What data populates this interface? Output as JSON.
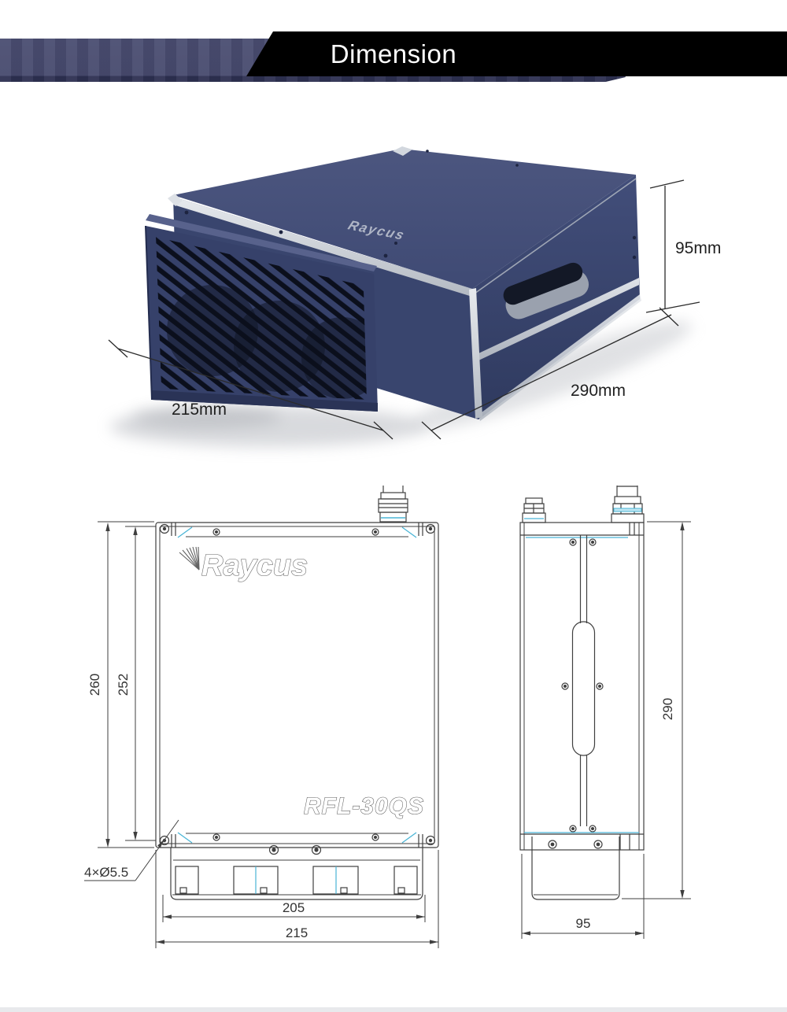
{
  "header": {
    "title": "Dimension"
  },
  "product_photo": {
    "brand": "Raycus",
    "height_label": "95mm",
    "depth_label": "290mm",
    "width_label": "215mm"
  },
  "front_view": {
    "brand": "Raycus",
    "model": "RFL-30QS",
    "overall_height": "260",
    "panel_height": "252",
    "hole_callout": "4×Ø5.5",
    "feet_width": "205",
    "overall_width": "215"
  },
  "side_view": {
    "depth": "290",
    "width": "95"
  },
  "colors": {
    "banner_slate": "#474a6e",
    "banner_black": "#000000",
    "box_navy": "#3d4973",
    "drawing_accent_cyan": "#4ab5d6"
  }
}
